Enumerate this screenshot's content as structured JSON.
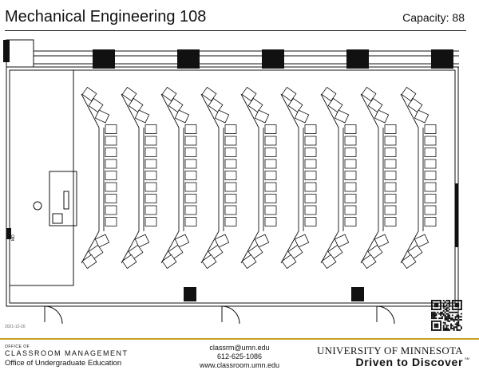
{
  "header": {
    "room_title": "Mechanical Engineering 108",
    "capacity": "Capacity: 88"
  },
  "plan": {
    "date_code": "2021-12-20",
    "wall_label": "MD"
  },
  "footer": {
    "office_small": "OFFICE OF",
    "office_name": "CLASSROOM MANAGEMENT",
    "office_sub": "Office of Undergraduate Education",
    "email": "classrm@umn.edu",
    "phone": "612-625-1086",
    "website": "www.classroom.umn.edu",
    "university": "UNIVERSITY OF MINNESOTA",
    "slogan": "Driven to Discover",
    "service_mark": "SM"
  },
  "colors": {
    "footer_rule": "#c9a227",
    "line": "#111111"
  },
  "seating": {
    "sections": 9,
    "straight_rows_per_section": 9
  }
}
